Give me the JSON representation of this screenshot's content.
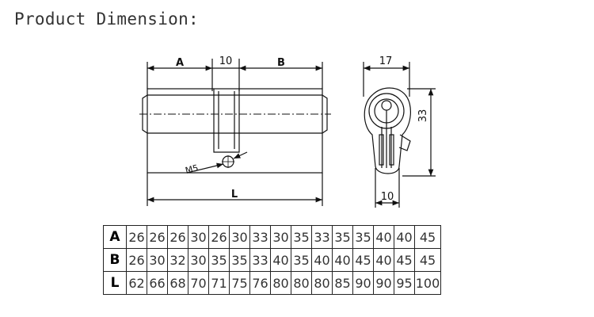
{
  "heading": "Product Dimension:",
  "front_view": {
    "label_a": "A",
    "label_b": "B",
    "label_cam_width": "10",
    "label_screw": "M5",
    "label_length": "L"
  },
  "side_view": {
    "label_width": "17",
    "label_height": "33",
    "label_cam": "10"
  },
  "table": {
    "row_headers": [
      "A",
      "B",
      "L"
    ],
    "rows": [
      [
        "26",
        "26",
        "26",
        "30",
        "26",
        "30",
        "33",
        "30",
        "35",
        "33",
        "35",
        "35",
        "40",
        "40",
        "45"
      ],
      [
        "26",
        "30",
        "32",
        "30",
        "35",
        "35",
        "33",
        "40",
        "35",
        "40",
        "40",
        "45",
        "40",
        "45",
        "45"
      ],
      [
        "62",
        "66",
        "68",
        "70",
        "71",
        "75",
        "76",
        "80",
        "80",
        "80",
        "85",
        "90",
        "90",
        "95",
        "100"
      ]
    ]
  }
}
